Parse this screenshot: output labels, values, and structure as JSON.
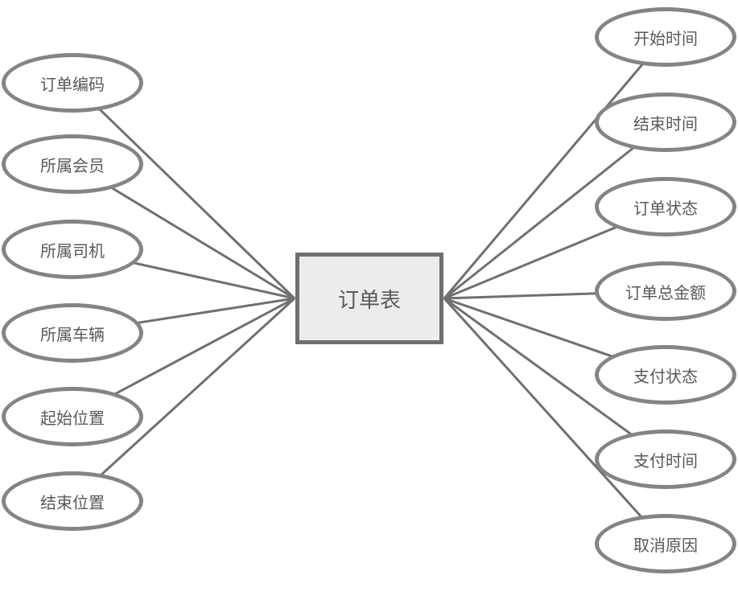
{
  "diagram": {
    "center": {
      "label": "订单表"
    },
    "left_attributes": [
      {
        "label": "订单编码"
      },
      {
        "label": "所属会员"
      },
      {
        "label": "所属司机"
      },
      {
        "label": "所属车辆"
      },
      {
        "label": "起始位置"
      },
      {
        "label": "结束位置"
      }
    ],
    "right_attributes": [
      {
        "label": "开始时间"
      },
      {
        "label": "结束时间"
      },
      {
        "label": "订单状态"
      },
      {
        "label": "订单总金额"
      },
      {
        "label": "支付状态"
      },
      {
        "label": "支付时间"
      },
      {
        "label": "取消原因"
      }
    ],
    "colors": {
      "background": "#ffffff",
      "node_border": "#848484",
      "node_fill": "#ffffff",
      "connector": "#707070",
      "text": "#595959",
      "center_fill": "#ececec",
      "center_border": "#6f6f6f"
    }
  }
}
